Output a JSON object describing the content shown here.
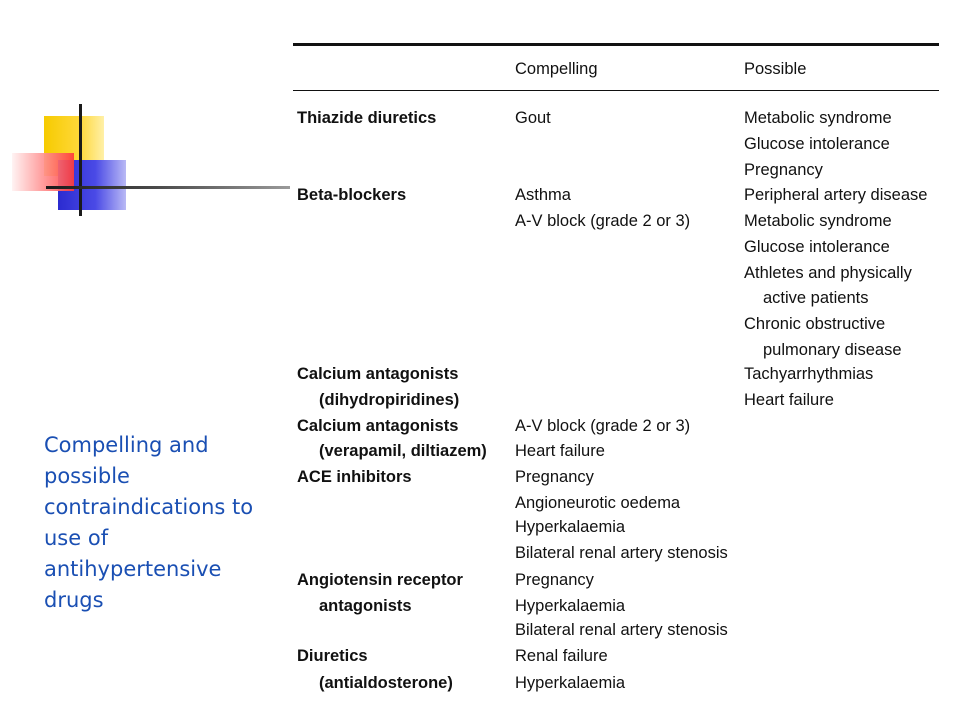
{
  "caption": "Compelling and possible contraindications to use of antihypertensive drugs",
  "table": {
    "headers": {
      "drug": "",
      "compelling": "Compelling",
      "possible": "Possible"
    },
    "rows": [
      {
        "drug": [
          "Thiazide diuretics"
        ],
        "compelling": [
          "Gout"
        ],
        "possible": [
          "Metabolic syndrome",
          "Glucose intolerance",
          "Pregnancy"
        ]
      },
      {
        "drug": [
          "Beta-blockers"
        ],
        "compelling": [
          "Asthma",
          "A-V block (grade 2 or 3)"
        ],
        "possible": [
          "Peripheral artery disease",
          "Metabolic syndrome",
          "Glucose intolerance",
          "Athletes and physically",
          "active patients",
          "Chronic obstructive",
          "pulmonary disease"
        ]
      },
      {
        "drug": [
          "Calcium antagonists",
          "(dihydropiridines)"
        ],
        "compelling": [],
        "possible": [
          "Tachyarrhythmias",
          "Heart failure"
        ]
      },
      {
        "drug": [
          "Calcium antagonists",
          "(verapamil, diltiazem)"
        ],
        "compelling": [
          "A-V block (grade 2 or 3)",
          "Heart failure"
        ],
        "possible": []
      },
      {
        "drug": [
          "ACE inhibitors"
        ],
        "compelling": [
          "Pregnancy",
          "Angioneurotic oedema",
          "Hyperkalaemia",
          "Bilateral renal artery stenosis"
        ],
        "possible": []
      },
      {
        "drug": [
          "Angiotensin receptor",
          "antagonists"
        ],
        "compelling": [
          "Pregnancy",
          "Hyperkalaemia",
          "Bilateral renal artery stenosis"
        ],
        "possible": []
      },
      {
        "drug": [
          "Diuretics",
          "(antialdosterone)"
        ],
        "compelling": [
          "Renal failure",
          "Hyperkalaemia"
        ],
        "possible": []
      }
    ]
  }
}
